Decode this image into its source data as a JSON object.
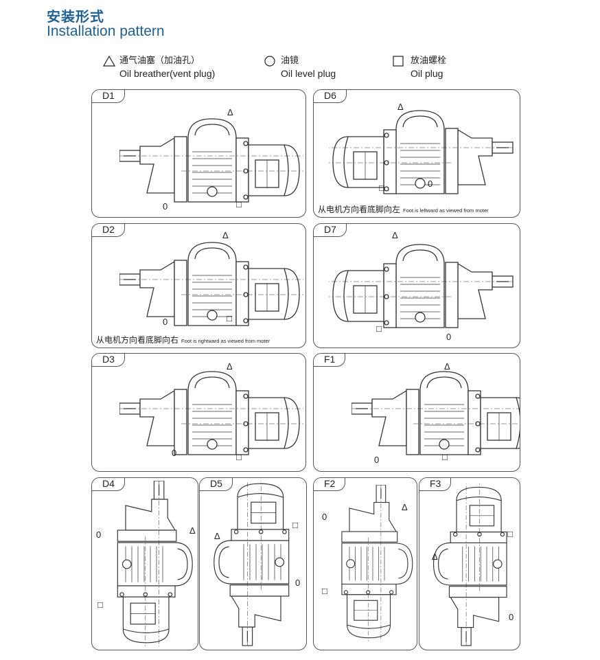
{
  "header": {
    "title_cn": "安装形式",
    "title_en": "Installation pattern"
  },
  "legend": [
    {
      "icon": "triangle-icon",
      "cn": "通气油塞（加油孔）",
      "en": "Oil breather(vent plug)"
    },
    {
      "icon": "circle-icon",
      "cn": "油镜",
      "en": "Oil level plug"
    },
    {
      "icon": "square-icon",
      "cn": "放油螺栓",
      "en": "Oil  plug"
    }
  ],
  "panels": [
    {
      "id": "D1",
      "vent": "Δ",
      "level": "0",
      "drain": "□"
    },
    {
      "id": "D6",
      "vent": "Δ",
      "level": "0",
      "drain": "□",
      "caption_cn": "从电机方向看底脚向左",
      "caption_en": "Foot is leftward as viewed from moter"
    },
    {
      "id": "D2",
      "vent": "Δ",
      "level": "0",
      "drain": "□",
      "caption_cn": "从电机方向看底脚向右",
      "caption_en": "Foot is rightward as viewed from moter"
    },
    {
      "id": "D7",
      "vent": "Δ",
      "level": "0",
      "drain": "□"
    },
    {
      "id": "D3",
      "vent": "Δ",
      "level": "0",
      "drain": "□"
    },
    {
      "id": "F1",
      "vent": "Δ",
      "level": "0",
      "drain": "□"
    },
    {
      "id": "D4",
      "vent": "Δ",
      "level": "0",
      "drain": "□"
    },
    {
      "id": "D5",
      "vent": "Δ",
      "level": "0",
      "drain": "□"
    },
    {
      "id": "F2",
      "vent": "Δ",
      "level": "0",
      "drain": "□"
    },
    {
      "id": "F3",
      "vent": "Δ",
      "level": "0",
      "drain": "□"
    }
  ]
}
